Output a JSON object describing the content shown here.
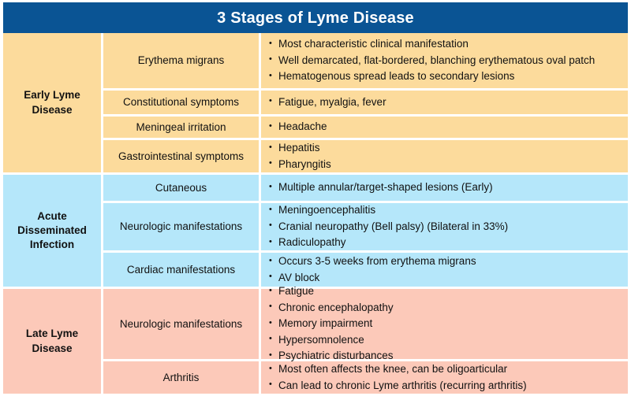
{
  "title": "3 Stages of Lyme Disease",
  "colors": {
    "header_blue": "#0a5494",
    "early_bg": "#fcdb9c",
    "acute_bg": "#b5e7fa",
    "late_bg": "#fcc9b9",
    "divider": "#ffffff",
    "text": "#111111"
  },
  "stages": [
    {
      "name": "Early Lyme Disease",
      "rows": [
        {
          "feature": "Erythema migrans",
          "details": [
            "Most characteristic clinical manifestation",
            "Well demarcated, flat-bordered, blanching erythematous oval patch",
            "Hematogenous spread leads to secondary lesions"
          ]
        },
        {
          "feature": "Constitutional symptoms",
          "details": [
            "Fatigue, myalgia, fever"
          ]
        },
        {
          "feature": "Meningeal irritation",
          "details": [
            "Headache"
          ]
        },
        {
          "feature": "Gastrointestinal symptoms",
          "details": [
            "Hepatitis",
            "Pharyngitis"
          ]
        }
      ]
    },
    {
      "name": "Acute Disseminated Infection",
      "rows": [
        {
          "feature": "Cutaneous",
          "details": [
            "Multiple annular/target-shaped lesions (Early)"
          ]
        },
        {
          "feature": "Neurologic manifestations",
          "details": [
            "Meningoencephalitis",
            "Cranial neuropathy (Bell palsy) (Bilateral in 33%)",
            "Radiculopathy"
          ]
        },
        {
          "feature": "Cardiac manifestations",
          "details": [
            "Occurs 3-5 weeks from erythema migrans",
            "AV block"
          ]
        }
      ]
    },
    {
      "name": "Late Lyme Disease",
      "rows": [
        {
          "feature": "Neurologic manifestations",
          "details": [
            "Fatigue",
            "Chronic encephalopathy",
            "Memory impairment",
            "Hypersomnolence",
            "Psychiatric disturbances"
          ]
        },
        {
          "feature": "Arthritis",
          "details": [
            "Most often affects the knee, can be oligoarticular",
            "Can lead to chronic Lyme arthritis (recurring arthritis)"
          ]
        }
      ]
    }
  ]
}
